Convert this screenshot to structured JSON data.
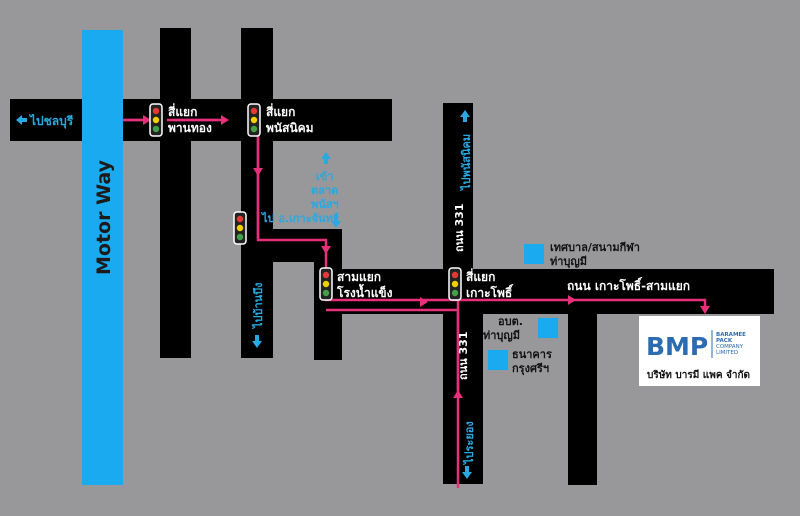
{
  "colors": {
    "background": "#98989b",
    "road": "#000000",
    "motorway": "#19aaf0",
    "route": "#e6317a",
    "road_label": "#ffffff",
    "direction_label": "#2aa8e0",
    "landmark_marker": "#19aaf0"
  },
  "motorway": {
    "label": "Motor Way"
  },
  "directions": {
    "to_chonburi": "ไปชลบุรี",
    "to_ban_bueng": "ไปบ้านบึง",
    "to_phanat_market": [
      "เข้า",
      "ตลาด",
      "พนัสฯ"
    ],
    "to_ko_chan": "ไป อ.เกาะจันทร์",
    "to_ko_chan_arrow": "down-arrow-icon",
    "to_phanat_nikhom_north": "ไปพนัสนิคม",
    "to_rayong": "ไประยอง"
  },
  "road_labels": {
    "road_331_north": "ถนน 331",
    "road_331_south": "ถนน 331",
    "ko_pho_samyaek_road": "ถนน เกาะโพธิ์-สามแยก"
  },
  "junctions": {
    "phan_thong": [
      "สี่แยก",
      "พานทอง"
    ],
    "phanat_nikhom": [
      "สี่แยก",
      "พนัสนิคม"
    ],
    "rong_nam_khaeng": [
      "สามแยก",
      "โรงน้ำแข็ง"
    ],
    "ko_pho": [
      "สี่แยก",
      "เกาะโพธิ์"
    ]
  },
  "landmarks": {
    "municipality": [
      "เทศบาล/สนามกีฬา",
      "ท่าบุญมี"
    ],
    "sao": [
      "อบต.",
      "ท่าบุญมี"
    ],
    "bank": [
      "ธนาคาร",
      "กรุงศรีฯ"
    ]
  },
  "company": {
    "logo_text": "BMP",
    "logo_sub": [
      "BARAMEE",
      "PACK",
      "COMPANY",
      "LIMITED"
    ],
    "name": "บริษัท บารมี แพค จำกัด",
    "logo_color": "#2b6cb0"
  },
  "icons": {
    "traffic_light": "traffic-light-icon",
    "arrow_left": "left-arrow-icon",
    "arrow_up": "up-arrow-icon",
    "arrow_down": "down-arrow-icon"
  }
}
